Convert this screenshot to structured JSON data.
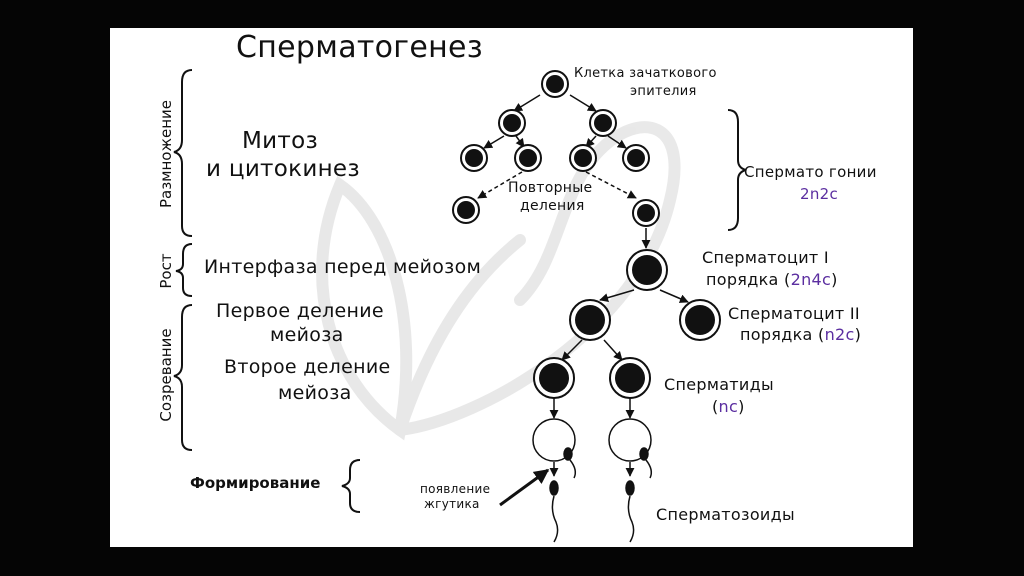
{
  "title": "Сперматогенез",
  "phases": {
    "reproduction": "Размножение",
    "growth": "Рост",
    "maturation": "Созревание",
    "formation": "Формирование"
  },
  "processes": {
    "mitosis_line1": "Митоз",
    "mitosis_line2": "и цитокинез",
    "repeated_line1": "Повторные",
    "repeated_line2": "деления",
    "interphase": "Интерфаза перед мейозом",
    "first_division_line1": "Первое деление",
    "first_division_line2": "мейоза",
    "second_division_line1": "Второе деление",
    "second_division_line2": "мейоза",
    "flagellum_line1": "появление",
    "flagellum_line2": "жгутика"
  },
  "cells": {
    "germ_line1": "Клетка зачаткового",
    "germ_line2": "эпителия",
    "spermatogonia": "Спермато гонии",
    "spermatogonia_formula": "2n2c",
    "spermatocyte1_label": "Сперматоцит I",
    "spermatocyte1_order": "порядка (",
    "spermatocyte1_formula": "2n4c",
    "spermatocyte2_label": "Сперматоцит II",
    "spermatocyte2_order": "порядка (",
    "spermatocyte2_formula": "n2c",
    "spermatids": "Сперматиды",
    "spermatids_formula": "nc",
    "spermatozoa": "Сперматозоиды",
    "close_paren": ")"
  },
  "colors": {
    "formula": "#5b2ea0",
    "panel": "#ffffff",
    "background": "#050505"
  }
}
